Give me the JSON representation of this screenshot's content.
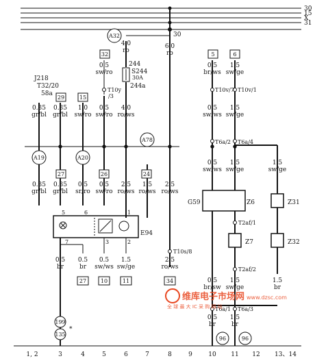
{
  "bus_labels": [
    "30",
    "15",
    "X",
    "31"
  ],
  "bus_junction_label": "30",
  "connectors": {
    "a32": "A32",
    "a19": "A19",
    "a20": "A20",
    "a78": "A78",
    "c199": "199",
    "c135": "135",
    "c96a": "96",
    "c96b": "96"
  },
  "boxes": {
    "b32": "32",
    "b5": "5",
    "b6": "6",
    "b29": "29",
    "b15": "15",
    "b27": "27",
    "b26": "26",
    "b24": "24",
    "b27b": "27",
    "b10": "10",
    "b11": "11",
    "b34": "34"
  },
  "wires": {
    "w_main_size": "6.0",
    "w_main_color": "ro",
    "w_a32_size": "4.0",
    "w_a32_color": "ro",
    "w5_size": "0.5",
    "w5_color": "sw/ro",
    "w6_size": "4.0",
    "w6_color": "ro/ws",
    "w10_size": "0.5",
    "w10_color": "br/ws",
    "w11_size": "1.5",
    "w11_color": "sw/ge",
    "w10b_size": "0.5",
    "w10b_color": "sw/ws",
    "w11b_size": "1.5",
    "w11b_color": "sw/ge",
    "w10c_size": "0.5",
    "w10c_color": "sw/ws",
    "w11c_size": "1.5",
    "w11c_color": "sw/ge",
    "w13_size": "1.5",
    "w13_color": "sw/ge",
    "w3a_size": "0.35",
    "w3a_color": "gr/bl",
    "w4a_size": "0.35",
    "w4a_color": "gr/bl",
    "w5a_size": "1.0",
    "w5a_color": "sw/ro",
    "w6a_size": "0.5",
    "w6a_color": "sw/ro",
    "w3b_size": "0.35",
    "w3b_color": "gr/bl",
    "w4b_size": "0.35",
    "w4b_color": "gr/bl",
    "w5b_size": "0.5",
    "w5b_color": "sr/ro",
    "w6b_size": "0.5",
    "w6b_color": "sw/ro",
    "w7b_size": "2.5",
    "w7b_color": "ro/ws",
    "w8b_size": "1.5",
    "w8b_color": "ro/ws",
    "w9b_size": "2.5",
    "w9b_color": "ro/ws",
    "w3c_size": "0.5",
    "w3c_color": "br",
    "w4c_size": "0.5",
    "w4c_color": "br",
    "w5c_size": "0.5",
    "w5c_color": "sw/ws",
    "w6c_size": "1.5",
    "w6c_color": "sw/ge",
    "w8c_size": "2.5",
    "w8c_color": "ro/ws",
    "w10d_size": "0.5",
    "w10d_color": "br/sw",
    "w11d_size": "1.5",
    "w11d_color": "sw/ge",
    "w13b_size": "1.5",
    "w13b_color": "br",
    "w10e_size": "0.5",
    "w10e_color": "br",
    "w11e_size": "1.5",
    "w11e_color": "br"
  },
  "components": {
    "j218": "J218",
    "t32": "T32/20",
    "t32b": "58a",
    "s244": "S244",
    "s244_rating": "30A",
    "s244_top": "244",
    "s244_bot": "244a",
    "t10y": "T10y",
    "t10y_pin": "/3",
    "t10v7": "T10v/7",
    "t10v1": "T10v/1",
    "t6a2": "T6a/2",
    "t6a4": "T6a/4",
    "g59": "G59",
    "z6": "Z6",
    "z31": "Z31",
    "z7": "Z7",
    "z32": "Z32",
    "t2af1": "T2af/1",
    "t2af2": "T2af/2",
    "e94": "E94",
    "t10s8": "T10s/8",
    "t6a1": "T6a/1",
    "t6a3": "T6a/3",
    "pin5": "5",
    "pin6": "6",
    "pin7": "7",
    "pin3": "3",
    "pin1": "1",
    "pin2": "2",
    "star": "*"
  },
  "bottom_numbers": [
    "1, 2",
    "3",
    "4",
    "5",
    "6",
    "7",
    "8",
    "9",
    "10",
    "11",
    "12",
    "13、14"
  ],
  "watermark": {
    "main": "维库电子市场网",
    "sub": "全 球 最 大 IC 采 购 网 站",
    "url": "www.dzsc.com"
  },
  "colors": {
    "line": "#111111",
    "watermark": "#e8451e"
  }
}
